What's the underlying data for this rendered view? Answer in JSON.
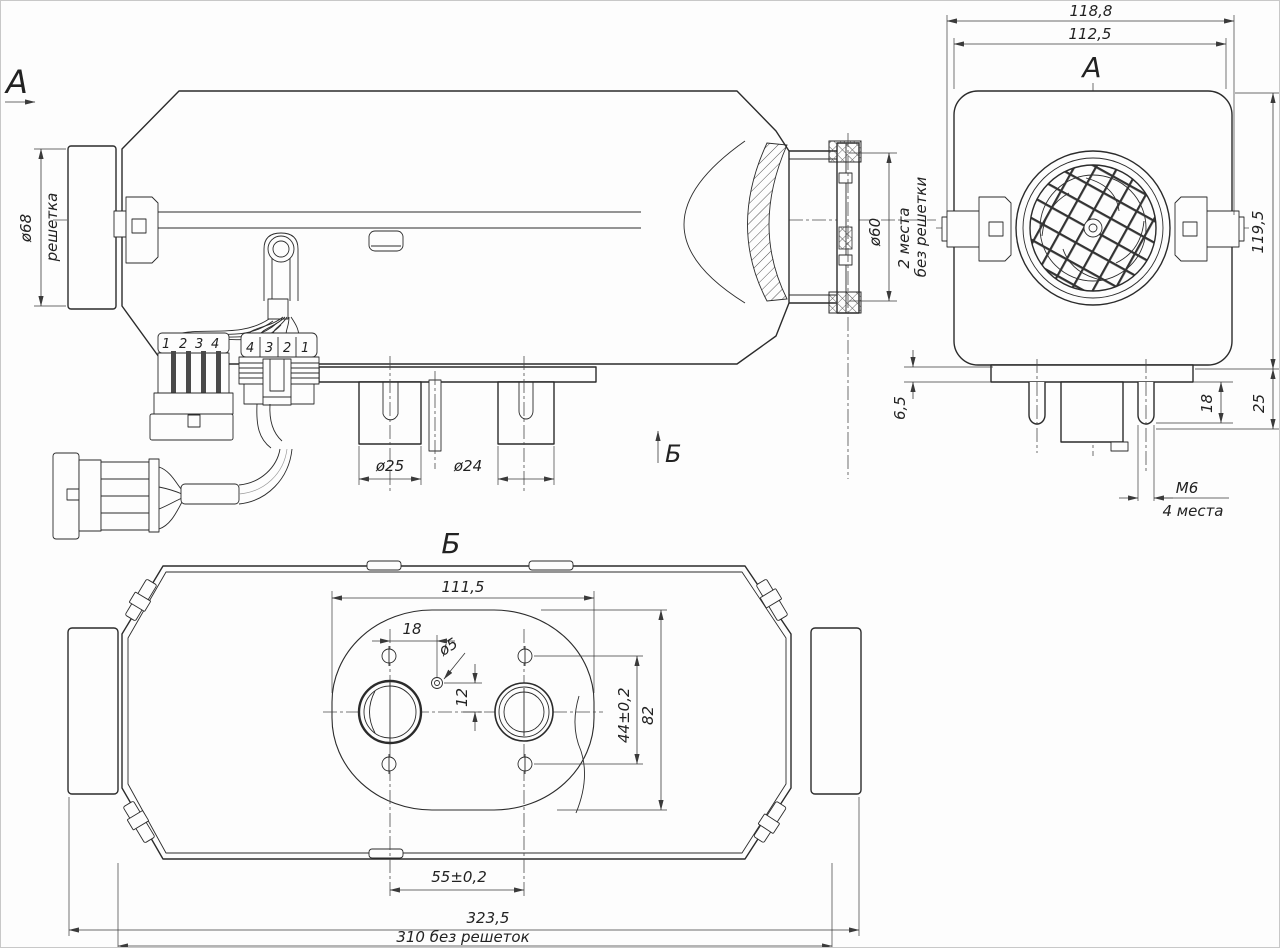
{
  "labels": {
    "section_a_arrow": "A",
    "view_a_title": "A",
    "section_b_arrow": "Б",
    "view_b_title": "Б"
  },
  "side_view": {
    "grille_diameter": "ø68",
    "grille_caption": "решетка",
    "outlet_diameter": "ø60",
    "outlet_note_line1": "2 места",
    "outlet_note_line2": "без решетки",
    "intake_pipe_diameter": "ø25",
    "exhaust_pipe_diameter": "ø24"
  },
  "front_view": {
    "overall_width": "118,8",
    "body_width": "112,5",
    "overall_height": "119,5",
    "flange_thickness": "6,5",
    "stud_length": "18",
    "stud_overall": "25",
    "stud_thread": "M6",
    "stud_places": "4 места"
  },
  "bottom_view": {
    "plate_width": "111,5",
    "pilot_hole_offset": "18",
    "pilot_hole_diameter": "ø5",
    "pilot_hole_vertical": "12",
    "stud_row_spacing": "44±0,2",
    "plate_height": "82",
    "pipe_spacing": "55±0,2",
    "overall_length": "323,5",
    "length_without_grilles": "310 без решеток"
  },
  "connectors": {
    "left_pins": [
      "1",
      "2",
      "3",
      "4"
    ],
    "right_pins": [
      "4",
      "3",
      "2",
      "1"
    ]
  }
}
